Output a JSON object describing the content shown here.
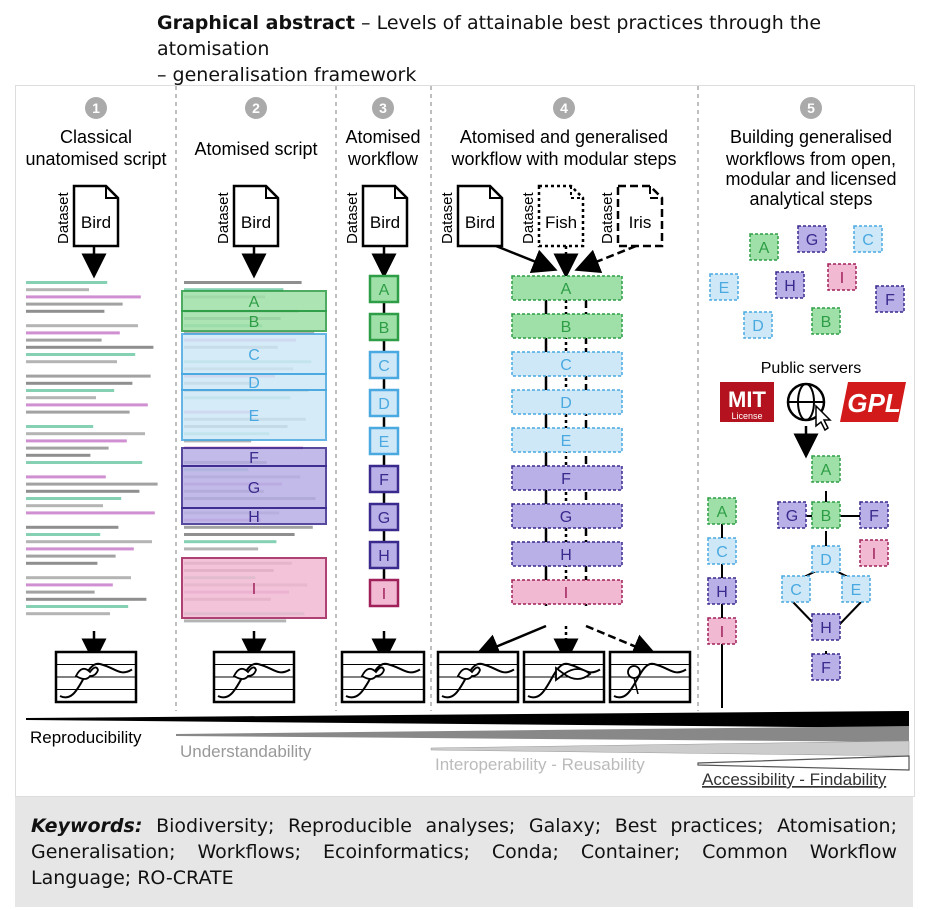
{
  "title": {
    "bold": "Graphical abstract",
    "rest": " – Levels of attainable best practices through the atomisation",
    "line2": "– generalisation framework"
  },
  "columns": [
    {
      "num": "1",
      "line1": "Classical",
      "line2": "unatomised script"
    },
    {
      "num": "2",
      "line1": "Atomised script",
      "line2": ""
    },
    {
      "num": "3",
      "line1": "Atomised",
      "line2": "workflow"
    },
    {
      "num": "4",
      "line1": "Atomised and generalised",
      "line2": "workflow with modular steps"
    },
    {
      "num": "5",
      "line1": "Building generalised",
      "line2": "workflows from open,",
      "line3": "modular and licensed",
      "line4": "analytical steps"
    }
  ],
  "dataset_label": "Dataset",
  "datasets": {
    "bird": "Bird",
    "fish": "Fish",
    "iris": "Iris"
  },
  "steps": [
    "A",
    "B",
    "C",
    "D",
    "E",
    "F",
    "G",
    "H",
    "I"
  ],
  "public_servers": "Public servers",
  "licenses": {
    "mit": "MIT",
    "mit_sub": "License",
    "gpl": "GPL"
  },
  "metrics": {
    "reproducibility": "Reproducibility",
    "understandability": "Understandability",
    "interoperability": "Interoperability - Reusability",
    "accessibility": "Accessibility - Findability"
  },
  "keywords": {
    "label": "Keywords:",
    "text": " Biodiversity; Reproducible analyses; Galaxy; Best practices; Atomisation; Generalisation; Workflows; Ecoinformatics; Conda; Container; Common Workflow Language; RO-CRATE"
  },
  "colors": {
    "green": "#2e9e46",
    "green_fill": "#9fe0a8",
    "blue": "#4aa9e0",
    "blue_fill": "#cfe8f7",
    "purple": "#3a2a8e",
    "purple_fill": "#b8b0e6",
    "pink": "#a0205a",
    "pink_fill": "#f2b9d3"
  }
}
